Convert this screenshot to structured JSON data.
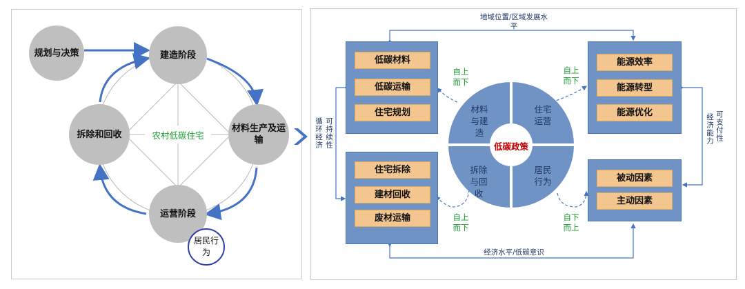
{
  "left": {
    "center_label": "农村低碳住宅",
    "planning": "规划与决策",
    "construction": "建造阶段",
    "material": "材料生产及运输",
    "demolition": "拆除和回收",
    "operation": "运营阶段",
    "resident": "居民行为"
  },
  "right": {
    "top_label": "地域位置/区域发展水平",
    "bottom_label": "经济水平/低碳意识",
    "left_vertical_1": "循环经济",
    "left_vertical_2": "可持续性",
    "right_vertical_1": "可支付性",
    "right_vertical_2": "经济能力",
    "box_tl": [
      "低碳材料",
      "低碳运输",
      "住宅规划"
    ],
    "box_bl": [
      "住宅拆除",
      "建材回收",
      "废材运输"
    ],
    "box_tr": [
      "能源效率",
      "能源转型",
      "能源优化"
    ],
    "box_br": [
      "被动因素",
      "主动因素"
    ],
    "wheel_center": "低碳政策",
    "wheel_tl": "材料与建造",
    "wheel_tr": "住宅运营",
    "wheel_bl": "拆除与回收",
    "wheel_br": "居民行为",
    "tl_arrow": "自上而下",
    "tr_arrow": "自上而下",
    "bl_arrow": "自上而下",
    "br_arrow": "自下而上"
  },
  "colors": {
    "box_blue": "#6f93c4",
    "tag_orange": "#f4c68f",
    "circle_gray": "#bfbfbf",
    "arrow_blue": "#4472c4",
    "green_text": "#1a9a30",
    "red_text": "#c00000"
  }
}
